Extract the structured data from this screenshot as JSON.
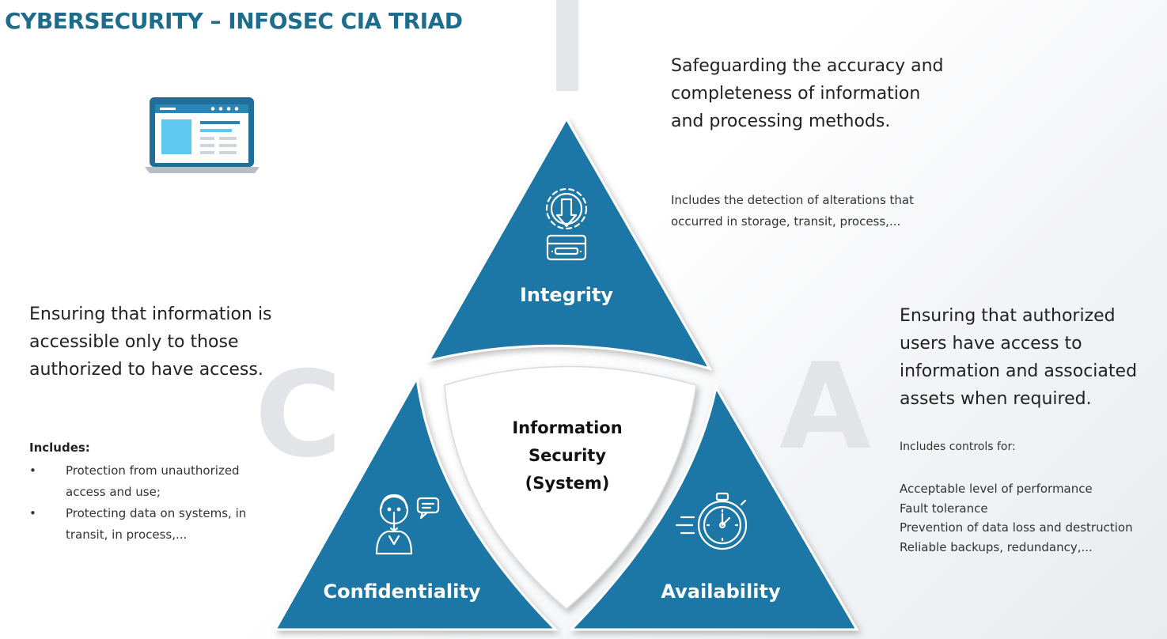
{
  "title": "CYBERSECURITY – INFOSEC CIA TRIAD",
  "background_letters": {
    "c": "C",
    "a": "A"
  },
  "colors": {
    "triangle": "#1f77a6",
    "title": "#1d6c8c",
    "icon_blue": "#5fc8f0"
  },
  "integrity": {
    "label": "Integrity",
    "icon": "gear-download-icon",
    "description": "Safeguarding the accuracy and completeness of information and processing methods.",
    "includes": "Includes the detection of alterations that occurred in storage, transit, process,..."
  },
  "confidentiality": {
    "label": "Confidentiality",
    "icon": "person-shush-icon",
    "description": "Ensuring that information is accessible only to those authorized to have access.",
    "includes_label": "Includes:",
    "items": [
      "Protection from unauthorized access and use;",
      "Protecting data on systems, in transit, in process,..."
    ]
  },
  "availability": {
    "label": "Availability",
    "icon": "stopwatch-icon",
    "description": "Ensuring that authorized users have access to information and associated assets when required.",
    "includes_label": "Includes controls for:",
    "items": [
      "Acceptable level of performance",
      "Fault tolerance",
      "Prevention of data loss and destruction",
      "Reliable backups, redundancy,..."
    ]
  },
  "center": {
    "line1": "Information",
    "line2": "Security",
    "line3": "(System)"
  },
  "laptop_icon": "laptop-icon"
}
